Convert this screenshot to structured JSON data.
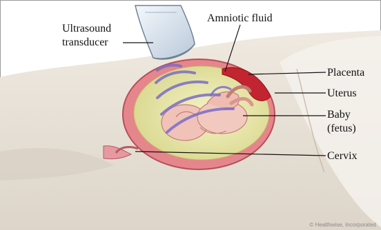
{
  "labels": {
    "transducer_line1": "Ultrasound",
    "transducer_line2": "transducer",
    "amniotic": "Amniotic fluid",
    "placenta": "Placenta",
    "uterus": "Uterus",
    "baby_line1": "Baby",
    "baby_line2": "(fetus)",
    "cervix": "Cervix"
  },
  "credit": "© Healthwise, Incorporated",
  "colors": {
    "skin": "#e9e3da",
    "skin_shadow": "#cfc6ba",
    "uterus": "#e4868b",
    "amniotic": "#e8e7a9",
    "placenta": "#c2252f",
    "fetus": "#f0c2b8",
    "waves": "#7b6cc8",
    "transducer": "#dde8f3"
  }
}
